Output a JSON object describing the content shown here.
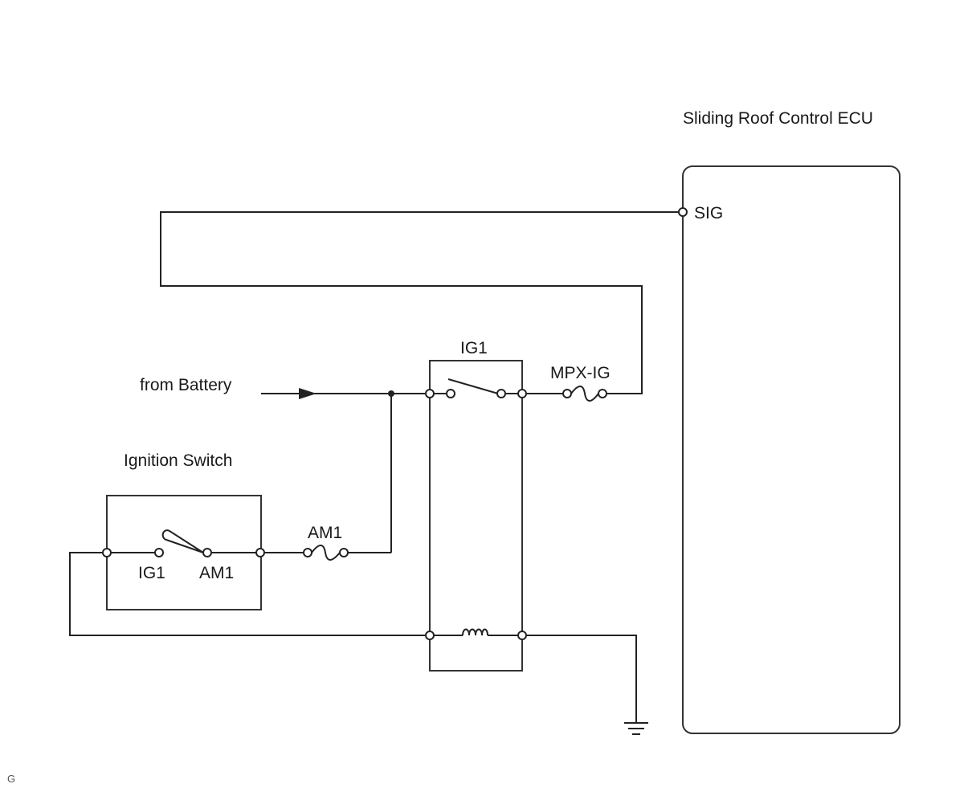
{
  "ecu": {
    "title": "Sliding Roof Control ECU",
    "terminal_sig": "SIG"
  },
  "relay": {
    "label": "IG1"
  },
  "fuses": {
    "mpx_ig": "MPX-IG",
    "am1": "AM1"
  },
  "battery": {
    "label": "from Battery"
  },
  "ignition_switch": {
    "title": "Ignition Switch",
    "terminal_ig1": "IG1",
    "terminal_am1": "AM1"
  },
  "footer": {
    "code": "G"
  },
  "colors": {
    "line": "#222222",
    "text": "#1a1a1a",
    "background": "#ffffff"
  }
}
